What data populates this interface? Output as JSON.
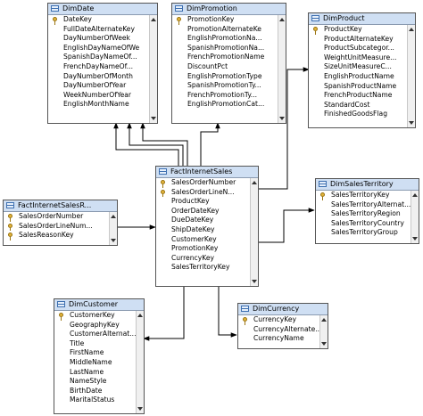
{
  "tables": {
    "dimdate": {
      "title": "DimDate",
      "columns": [
        {
          "name": "DateKey",
          "pk": true
        },
        {
          "name": "FullDateAlternateKey"
        },
        {
          "name": "DayNumberOfWeek"
        },
        {
          "name": "EnglishDayNameOfWe"
        },
        {
          "name": "SpanishDayNameOf..."
        },
        {
          "name": "FrenchDayNameOf..."
        },
        {
          "name": "DayNumberOfMonth"
        },
        {
          "name": "DayNumberOfYear"
        },
        {
          "name": "WeekNumberOfYear"
        },
        {
          "name": "EnglishMonthName"
        }
      ]
    },
    "dimpromotion": {
      "title": "DimPromotion",
      "columns": [
        {
          "name": "PromotionKey",
          "pk": true
        },
        {
          "name": "PromotionAlternateKe"
        },
        {
          "name": "EnglishPromotionNa..."
        },
        {
          "name": "SpanishPromotionNa..."
        },
        {
          "name": "FrenchPromotionName"
        },
        {
          "name": "DiscountPct"
        },
        {
          "name": "EnglishPromotionType"
        },
        {
          "name": "SpanishPromotionTy..."
        },
        {
          "name": "FrenchPromotionTy..."
        },
        {
          "name": "EnglishPromotionCat..."
        }
      ]
    },
    "dimproduct": {
      "title": "DimProduct",
      "columns": [
        {
          "name": "ProductKey",
          "pk": true
        },
        {
          "name": "ProductAlternateKey"
        },
        {
          "name": "ProductSubcategor..."
        },
        {
          "name": "WeightUnitMeasure..."
        },
        {
          "name": "SizeUnitMeasureC..."
        },
        {
          "name": "EnglishProductName"
        },
        {
          "name": "SpanishProductName"
        },
        {
          "name": "FrenchProductName"
        },
        {
          "name": "StandardCost"
        },
        {
          "name": "FinishedGoodsFlag"
        }
      ]
    },
    "factinternetsalesreason": {
      "title": "FactInternetSalesR...",
      "columns": [
        {
          "name": "SalesOrderNumber",
          "pk": true
        },
        {
          "name": "SalesOrderLineNum...",
          "pk": true
        },
        {
          "name": "SalesReasonKey",
          "pk": true
        }
      ]
    },
    "factinternetsales": {
      "title": "FactInternetSales",
      "columns": [
        {
          "name": "SalesOrderNumber",
          "pk": true
        },
        {
          "name": "SalesOrderLineN...",
          "pk": true
        },
        {
          "name": "ProductKey"
        },
        {
          "name": "OrderDateKey"
        },
        {
          "name": "DueDateKey"
        },
        {
          "name": "ShipDateKey"
        },
        {
          "name": "CustomerKey"
        },
        {
          "name": "PromotionKey"
        },
        {
          "name": "CurrencyKey"
        },
        {
          "name": "SalesTerritoryKey"
        }
      ]
    },
    "dimsalesterritory": {
      "title": "DimSalesTerritory",
      "columns": [
        {
          "name": "SalesTerritoryKey",
          "pk": true
        },
        {
          "name": "SalesTerritoryAlternat..."
        },
        {
          "name": "SalesTerritoryRegion"
        },
        {
          "name": "SalesTerritoryCountry"
        },
        {
          "name": "SalesTerritoryGroup"
        }
      ]
    },
    "dimcustomer": {
      "title": "DimCustomer",
      "columns": [
        {
          "name": "CustomerKey",
          "pk": true
        },
        {
          "name": "GeographyKey"
        },
        {
          "name": "CustomerAlternat..."
        },
        {
          "name": "Title"
        },
        {
          "name": "FirstName"
        },
        {
          "name": "MiddleName"
        },
        {
          "name": "LastName"
        },
        {
          "name": "NameStyle"
        },
        {
          "name": "BirthDate"
        },
        {
          "name": "MaritalStatus"
        }
      ]
    },
    "dimcurrency": {
      "title": "DimCurrency",
      "columns": [
        {
          "name": "CurrencyKey",
          "pk": true
        },
        {
          "name": "CurrencyAlternate..."
        },
        {
          "name": "CurrencyName"
        }
      ]
    }
  }
}
